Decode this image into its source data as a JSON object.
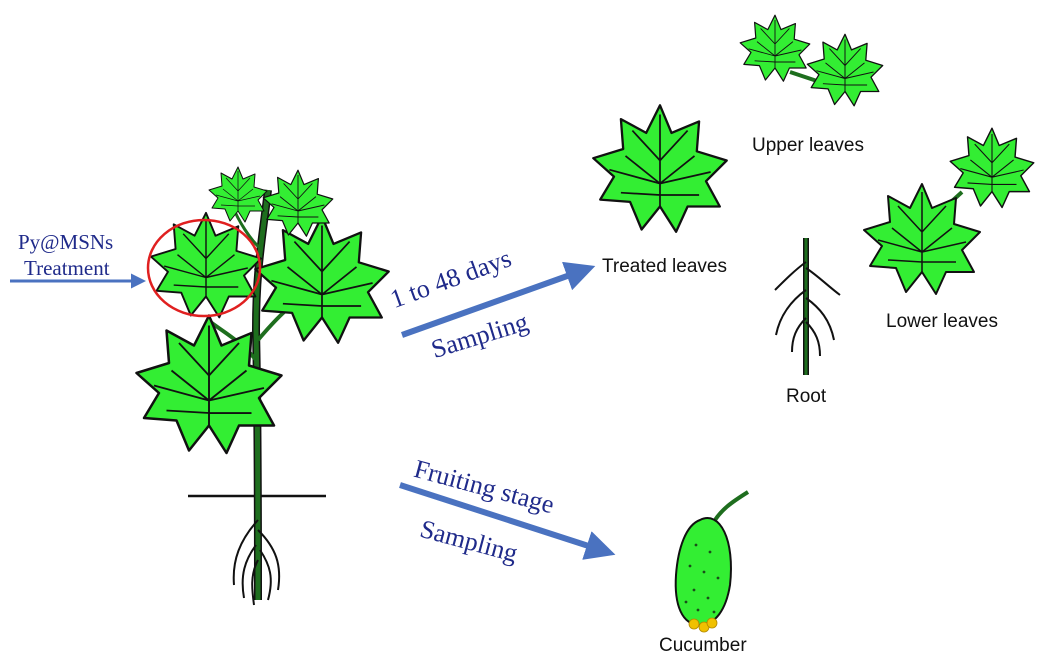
{
  "treatment": {
    "line1": "Py@MSNs",
    "line2": "Treatment"
  },
  "arrow_upper": {
    "line1": "1 to 48 days",
    "line2": "Sampling"
  },
  "arrow_lower": {
    "line1": "Fruiting stage",
    "line2": "Sampling"
  },
  "samples": {
    "treated_leaves": "Treated leaves",
    "upper_leaves": "Upper leaves",
    "lower_leaves": "Lower leaves",
    "root": "Root",
    "cucumber": "Cucumber"
  },
  "colors": {
    "leaf_fill": "#33ee33",
    "outline": "#111111",
    "stem": "#1e6e1e",
    "arrow": "#4a72c0",
    "highlight_circle": "#e02020",
    "label_blue": "#1f2a8a",
    "flower": "#f0c000"
  },
  "icons": [
    "leaf-icon",
    "cucumber-icon",
    "root-icon",
    "arrow-icon"
  ]
}
